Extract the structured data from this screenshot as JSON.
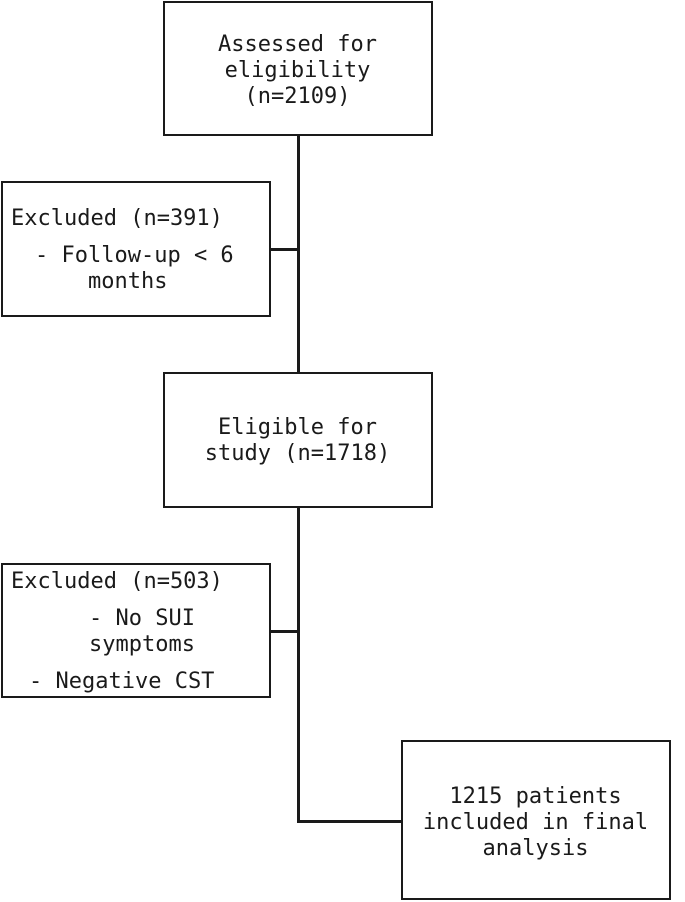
{
  "flowchart": {
    "assessed": {
      "line1": "Assessed for",
      "line2": "eligibility",
      "line3": "(n=2109)"
    },
    "excluded1": {
      "title": "Excluded (n=391)",
      "item1_line1": "- Follow-up < 6",
      "item1_line2": "months"
    },
    "eligible": {
      "line1": "Eligible for",
      "line2": "study (n=1718)"
    },
    "excluded2": {
      "title": "Excluded (n=503)",
      "item1_line1": "- No SUI",
      "item1_line2": "symptoms",
      "item2": "- Negative CST"
    },
    "included": {
      "line1": "1215 patients",
      "line2": "included in final",
      "line3": "analysis"
    }
  }
}
